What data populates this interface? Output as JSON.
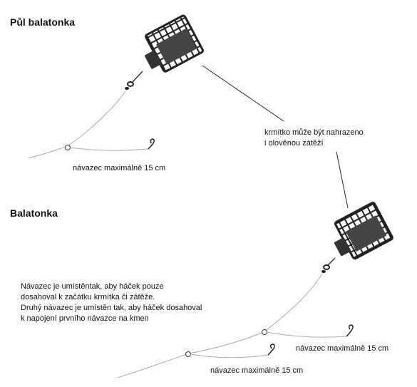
{
  "sections": {
    "half": {
      "title": "Půl balatonka"
    },
    "full": {
      "title": "Balatonka"
    }
  },
  "labels": {
    "leader_top": "návazec maximálně 15 cm",
    "leader_right": "návazec maximálně 15 cm",
    "leader_bottom": "návazec maximálně 15 cm"
  },
  "callout": {
    "lines": [
      "krmítko může být nahrazeno",
      "i olověnou zátěží"
    ]
  },
  "description": {
    "lines": [
      "Návazec je umístěntak, aby háček pouze",
      "dosahoval k začátku krmítka či zátěže.",
      "Druhý návazec je umístěn tak, aby háček dosahoval",
      "k napojení prvního návazce na kmen"
    ]
  }
}
